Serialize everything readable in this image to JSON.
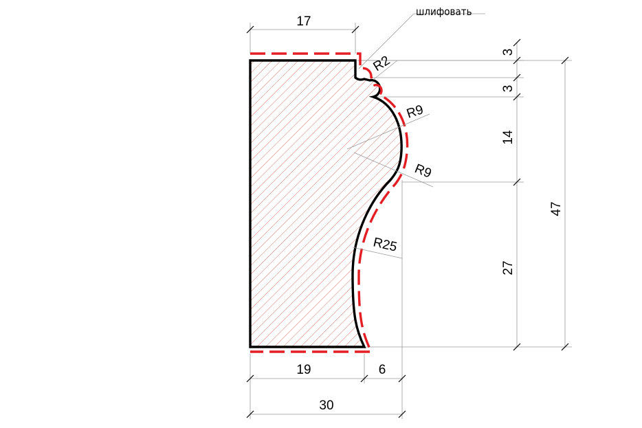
{
  "drawing": {
    "note": "шлифовать",
    "colors": {
      "outline": "#000000",
      "sanding_line": "#e31e24",
      "hatch": "#c0392b",
      "dimension_lines": "#9a9a9a"
    },
    "dimensions": {
      "top_width": "17",
      "bottom_inner": "19",
      "bottom_outer": "6",
      "overall_width": "30",
      "right_3a": "3",
      "right_3b": "3",
      "right_14": "14",
      "right_27": "27",
      "overall_height": "47"
    },
    "radii": {
      "r2": "R2",
      "r9a": "R9",
      "r9b": "R9",
      "r25": "R25"
    }
  }
}
